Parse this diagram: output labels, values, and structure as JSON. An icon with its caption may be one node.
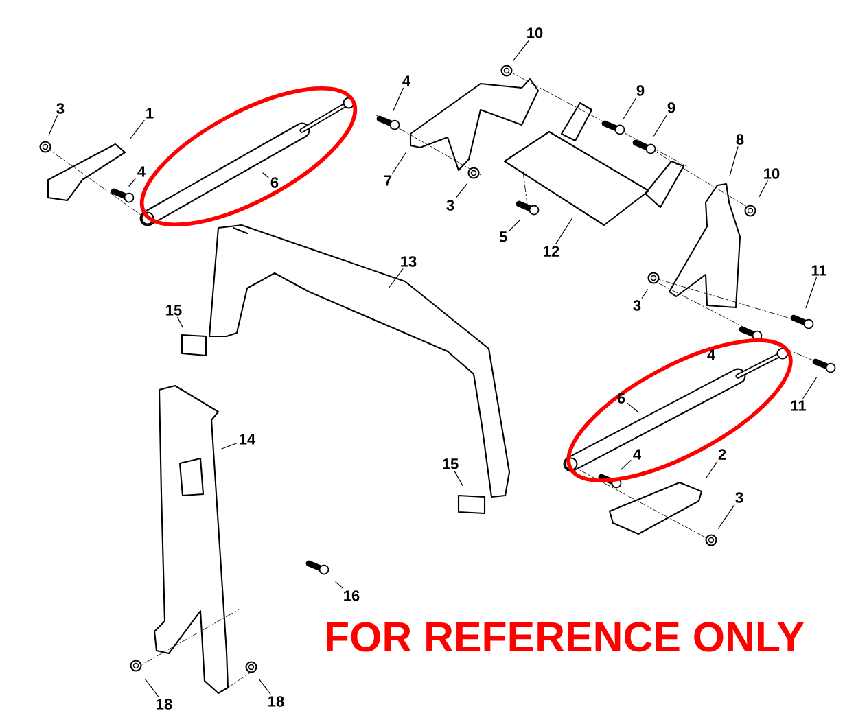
{
  "diagram": {
    "nodes": [
      {
        "text": [
          "3"
        ]
      },
      {
        "text": [
          "1"
        ]
      },
      {
        "text": [
          "4"
        ]
      },
      {
        "text": [
          "6"
        ]
      },
      {
        "text": [
          "4"
        ]
      },
      {
        "text": [
          "10"
        ]
      },
      {
        "text": [
          "9"
        ]
      },
      {
        "text": [
          "9"
        ]
      },
      {
        "text": [
          "7"
        ]
      },
      {
        "text": [
          "3"
        ]
      },
      {
        "text": [
          "5"
        ]
      },
      {
        "text": [
          "12"
        ]
      },
      {
        "text": [
          "8"
        ]
      },
      {
        "text": [
          "10"
        ]
      },
      {
        "text": [
          "13"
        ]
      },
      {
        "text": [
          "11"
        ]
      },
      {
        "text": [
          "3"
        ]
      },
      {
        "text": [
          "15"
        ]
      },
      {
        "text": [
          "11"
        ]
      },
      {
        "text": [
          "6"
        ]
      },
      {
        "text": [
          "2"
        ]
      },
      {
        "text": [
          "4"
        ]
      },
      {
        "text": [
          "14"
        ]
      },
      {
        "text": [
          "15"
        ]
      },
      {
        "text": [
          "3"
        ]
      },
      {
        "text": [
          "16"
        ]
      },
      {
        "text": [
          "18"
        ]
      },
      {
        "text": [
          "18"
        ]
      }
    ],
    "edges": [
      {
        "from": 0,
        "to": null,
        "arrow": "none"
      },
      {
        "from": 1,
        "to": null,
        "arrow": "none"
      },
      {
        "from": 2,
        "to": null,
        "arrow": "none"
      },
      {
        "from": 3,
        "to": null,
        "arrow": "none"
      },
      {
        "from": 4,
        "to": null,
        "arrow": "none"
      },
      {
        "from": 5,
        "to": null,
        "arrow": "none"
      },
      {
        "from": 6,
        "to": null,
        "arrow": "none"
      },
      {
        "from": 7,
        "to": null,
        "arrow": "none"
      },
      {
        "from": 8,
        "to": null,
        "arrow": "none"
      },
      {
        "from": 9,
        "to": null,
        "arrow": "none"
      },
      {
        "from": 10,
        "to": null,
        "arrow": "none"
      },
      {
        "from": 11,
        "to": null,
        "arrow": "none"
      },
      {
        "from": 12,
        "to": null,
        "arrow": "none"
      },
      {
        "from": 13,
        "to": null,
        "arrow": "none"
      },
      {
        "from": 14,
        "to": null,
        "arrow": "none"
      },
      {
        "from": 15,
        "to": null,
        "arrow": "none"
      },
      {
        "from": 16,
        "to": null,
        "arrow": "none"
      },
      {
        "from": 17,
        "to": null,
        "arrow": "none"
      },
      {
        "from": 18,
        "to": null,
        "arrow": "none"
      },
      {
        "from": 19,
        "to": null,
        "arrow": "none"
      },
      {
        "from": 20,
        "to": null,
        "arrow": "none"
      },
      {
        "from": 21,
        "to": null,
        "arrow": "none"
      },
      {
        "from": 22,
        "to": null,
        "arrow": "none"
      },
      {
        "from": 23,
        "to": null,
        "arrow": "none"
      },
      {
        "from": 24,
        "to": null,
        "arrow": "none"
      },
      {
        "from": 25,
        "to": null,
        "arrow": "none"
      },
      {
        "from": 26,
        "to": null,
        "arrow": "none"
      },
      {
        "from": 27,
        "to": null,
        "arrow": "none"
      }
    ],
    "labels": [
      "4",
      "FOR REFERENCE ONLY"
    ]
  }
}
